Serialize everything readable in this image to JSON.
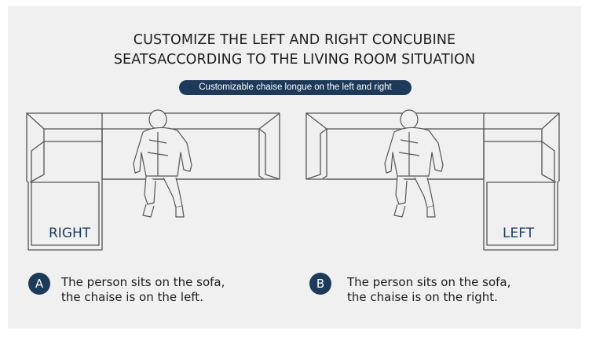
{
  "header": {
    "line1": "CUSTOMIZE THE LEFT AND RIGHT CONCUBINE",
    "line2": "SEATSACCORDING TO THE LIVING ROOM SITUATION",
    "subtitle": "Customizable chaise longue on the left and right"
  },
  "diagrams": [
    {
      "chaise_label": "RIGHT"
    },
    {
      "chaise_label": "LEFT"
    }
  ],
  "options": [
    {
      "badge": "A",
      "line1": "The person sits on the sofa,",
      "line2": "the chaise is on the left."
    },
    {
      "badge": "B",
      "line1": "The person sits on the sofa,",
      "line2": "the chaise is on the right."
    }
  ],
  "colors": {
    "accent": "#1e3a5a",
    "background": "#f0f0f0",
    "line": "#555555",
    "text": "#1d1d1d"
  }
}
